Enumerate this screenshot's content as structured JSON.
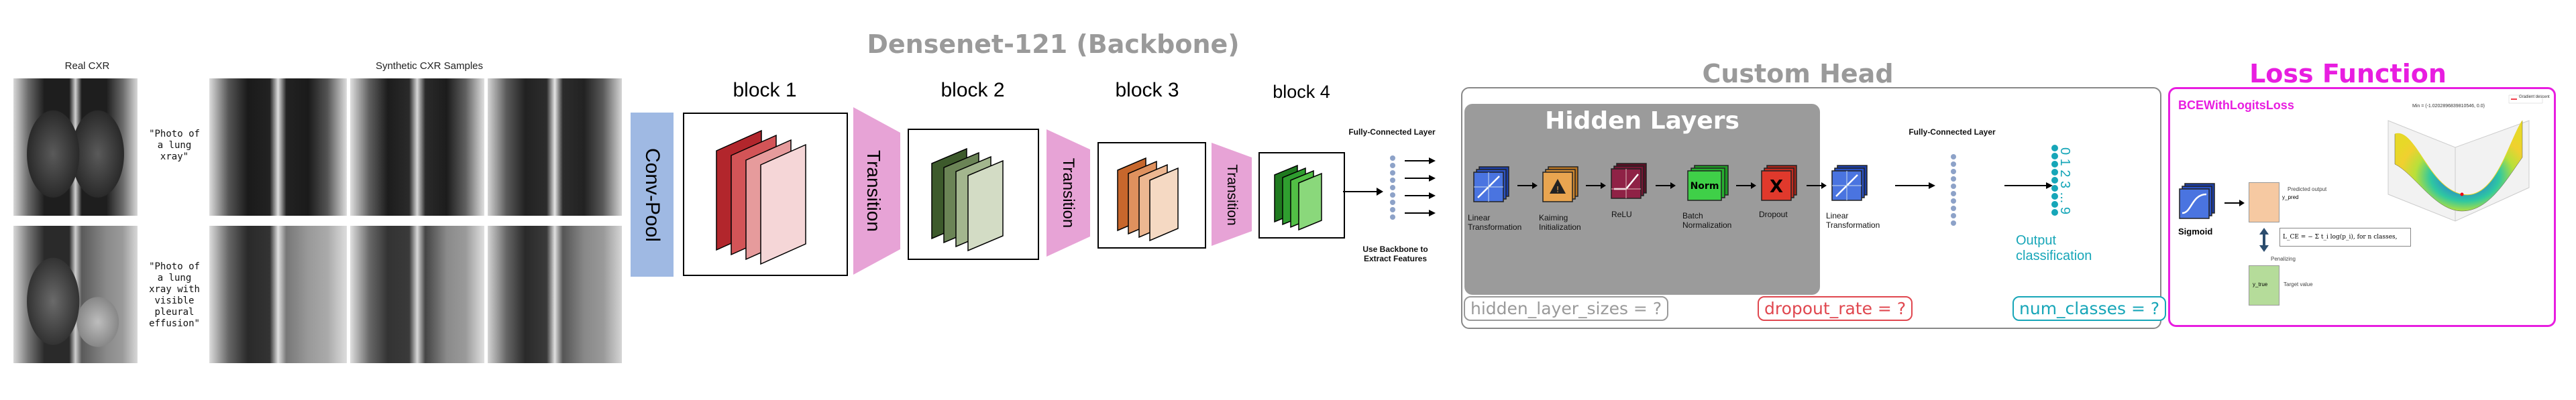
{
  "real": {
    "label": "Real CXR"
  },
  "synthetic": {
    "label": "Synthetic CXR Samples"
  },
  "prompts": [
    {
      "text": "\"Photo of\na lung\nxray\""
    },
    {
      "text": "\"Photo of\na lung\nxray with\nvisible\npleural\neffusion\""
    }
  ],
  "backbone": {
    "title": "Densenet-121 (Backbone)",
    "convpool": "Conv-Pool",
    "blocks": [
      "block 1",
      "block 2",
      "block 3",
      "block 4"
    ],
    "transition": "Transition",
    "fc_label": "Fully-Connected Layer",
    "extract_note": "Use Backbone to\nExtract Features"
  },
  "head": {
    "title": "Custom Head",
    "hidden_title": "Hidden Layers",
    "layers": [
      {
        "name": "Linear\nTransformation",
        "color": "#3b62d6"
      },
      {
        "name": "Kaiming\nInitialization",
        "color": "#e09a3a",
        "glyph": "⚠"
      },
      {
        "name": "ReLU",
        "color": "#8a1c3c"
      },
      {
        "name": "Batch\nNormalization",
        "color": "#2fbe3a",
        "glyph": "Norm"
      },
      {
        "name": "Dropout",
        "color": "#d23a2c",
        "glyph": "X"
      },
      {
        "name": "Linear\nTransformation",
        "color": "#3b62d6"
      }
    ],
    "fc_label": "Fully-Connected Layer",
    "output_digits": "0 1 2 3 ... 9",
    "output_label": "Output\nclassification",
    "params": {
      "hidden": "hidden_layer_sizes = ?",
      "dropout": "dropout_rate = ?",
      "classes": "num_classes = ?"
    },
    "colors": {
      "hidden": "#9a9a9a",
      "dropout": "#e0474f",
      "classes": "#17a6b8"
    }
  },
  "loss": {
    "title": "Loss Function",
    "name": "BCEWithLogitsLoss",
    "sigmoid": "Sigmoid",
    "y_pred": "y_pred",
    "predicted_output": "Predicted output",
    "penalizing": "Penalizing",
    "y_true": "y_true",
    "target_value": "Target value",
    "formula": "L_CE = − Σ t_i log(p_i),  for n classes,",
    "plot_title": "Min = (-1.0202896839810546, 0.0)",
    "legend": "Gradient descent",
    "accent": "#e81de0"
  }
}
